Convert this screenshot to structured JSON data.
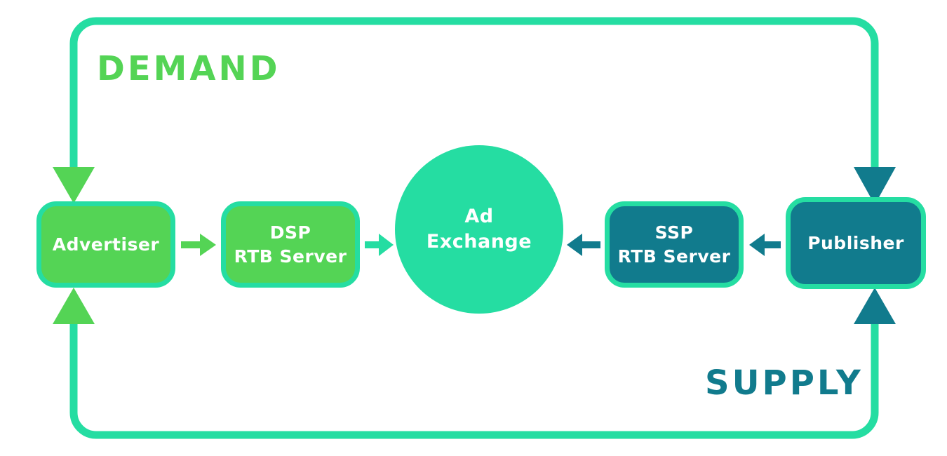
{
  "diagram": {
    "demand_label": "DEMAND",
    "supply_label": "SUPPLY",
    "nodes": {
      "advertiser": {
        "label": "Advertiser"
      },
      "dsp": {
        "line1": "DSP",
        "line2": "RTB Server"
      },
      "ad_exchange": {
        "line1": "Ad",
        "line2": "Exchange"
      },
      "ssp": {
        "line1": "SSP",
        "line2": "RTB Server"
      },
      "publisher": {
        "label": "Publisher"
      }
    },
    "edges": [
      {
        "from": "advertiser",
        "to": "dsp",
        "color": "#54d455"
      },
      {
        "from": "dsp",
        "to": "ad_exchange",
        "color": "#25dda2"
      },
      {
        "from": "ssp",
        "to": "ad_exchange",
        "color": "#117b8d"
      },
      {
        "from": "publisher",
        "to": "ssp",
        "color": "#117b8d"
      },
      {
        "name": "demand-loop",
        "path": "top of diagram",
        "into": [
          "advertiser",
          "publisher"
        ],
        "line_color": "#25dda2",
        "arrow_colors": [
          "#54d455",
          "#117b8d"
        ]
      },
      {
        "name": "supply-loop",
        "path": "bottom of diagram",
        "into": [
          "advertiser",
          "publisher"
        ],
        "line_color": "#25dda2",
        "arrow_colors": [
          "#54d455",
          "#117b8d"
        ]
      }
    ],
    "colors": {
      "green": "#54d455",
      "mint": "#25dda2",
      "teal": "#117b8d",
      "node_text": "#ffffff",
      "background": "#ffffff"
    }
  }
}
